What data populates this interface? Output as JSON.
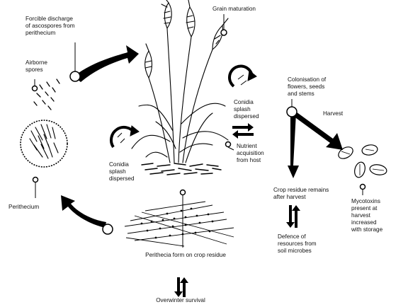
{
  "labels": {
    "forcible_discharge": "Forcible discharge\nof ascospores from\nperithecium",
    "airborne_spores": "Airborne\nspores",
    "grain_maturation": "Grain maturation",
    "conidia_upper": "Conidia\nsplash\ndispersed",
    "conidia_left": "Conidia\nsplash\ndispersed",
    "nutrient_acquisition": "Nutrient\nacquisition\nfrom host",
    "colonisation": "Colonisation of\nflowers, seeds\nand stems",
    "harvest": "Harvest",
    "crop_residue_remains": "Crop residue remains\nafter harvest",
    "defence_resources": "Defence of\nresources from\nsoil microbes",
    "mycotoxins": "Mycotoxins\npresent at\nharvest\nincreased\nwith storage",
    "perithecium": "Perithecium",
    "perithecia_form": "Perithecia form on crop residue",
    "overwinter": "Overwinter survival"
  },
  "colors": {
    "ink": "#000000",
    "paper": "#ffffff"
  }
}
